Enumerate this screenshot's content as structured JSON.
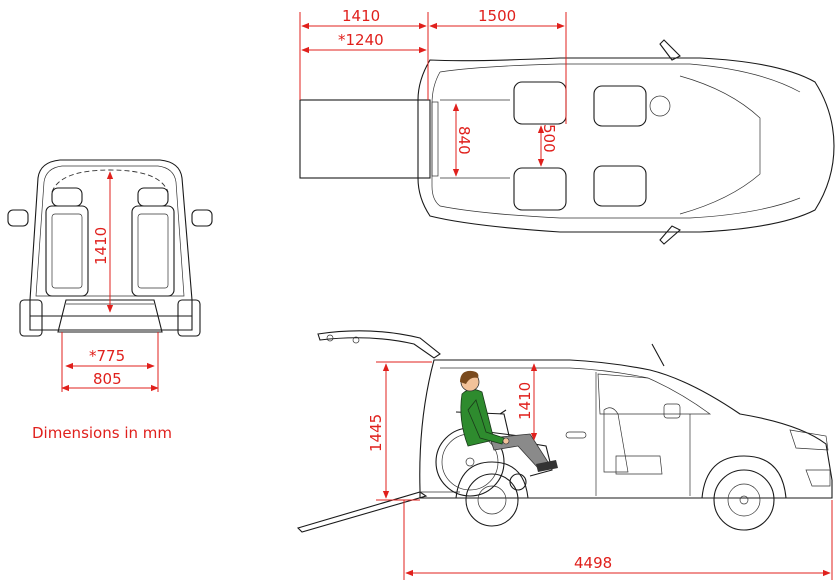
{
  "caption": "Dimensions in mm",
  "dimensions": {
    "rear_width_outer": "805",
    "rear_width_inner": "*775",
    "rear_interior_length": "1410",
    "top_ramp_length": "1410",
    "top_ramp_length_alt": "*1240",
    "top_floor_length": "1500",
    "top_ramp_width": "840",
    "top_aisle_width": "500",
    "side_entry_height": "1445",
    "side_interior_height": "1410",
    "side_total_length": "4498"
  },
  "colors": {
    "dimension": "#e0201c",
    "line": "#1a1a1a",
    "occupant_shirt": "#2e8b2e",
    "occupant_skin": "#f2c29a",
    "occupant_hair": "#7a4a1e",
    "occupant_trousers": "#8a8a8a"
  },
  "views": [
    "rear-view",
    "top-view",
    "side-view"
  ]
}
